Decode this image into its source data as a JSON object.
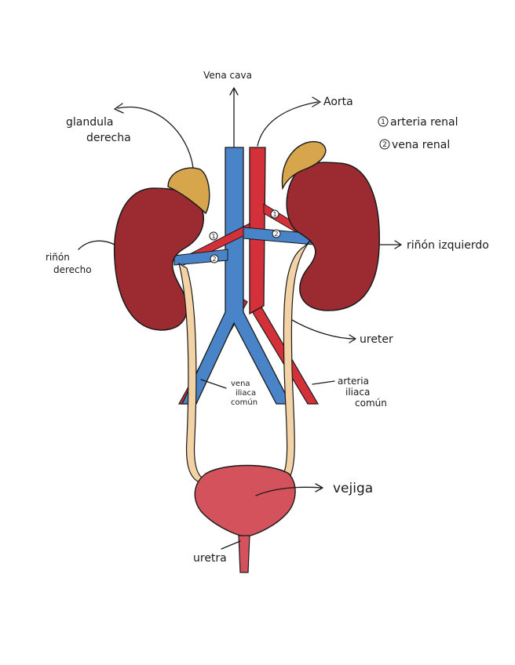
{
  "labels": {
    "vena_cava": "Vena cava",
    "aorta": "Aorta",
    "glandula_line1": "glandula",
    "glandula_line2": "derecha",
    "rinon_derecho_line1": "riñón",
    "rinon_derecho_line2": "derecho",
    "rinon_izquierdo": "riñón izquierdo",
    "ureter": "ureter",
    "vena_iliaca_line1": "vena",
    "vena_iliaca_line2": "iliaca",
    "vena_iliaca_line3": "común",
    "arteria_iliaca_line1": "arteria",
    "arteria_iliaca_line2": "iliaca",
    "arteria_iliaca_line3": "común",
    "vejiga": "vejiga",
    "uretra": "uretra"
  },
  "legend": [
    {
      "number": "1",
      "text": "arteria renal"
    },
    {
      "number": "2",
      "text": "vena renal"
    }
  ],
  "markers": {
    "one": "1",
    "two": "2"
  },
  "colors": {
    "kidney": "#9b2b31",
    "adrenal": "#d7a64c",
    "vein": "#4a84c8",
    "artery": "#d3303a",
    "ureter": "#f3d2a6",
    "bladder": "#d3525c"
  }
}
